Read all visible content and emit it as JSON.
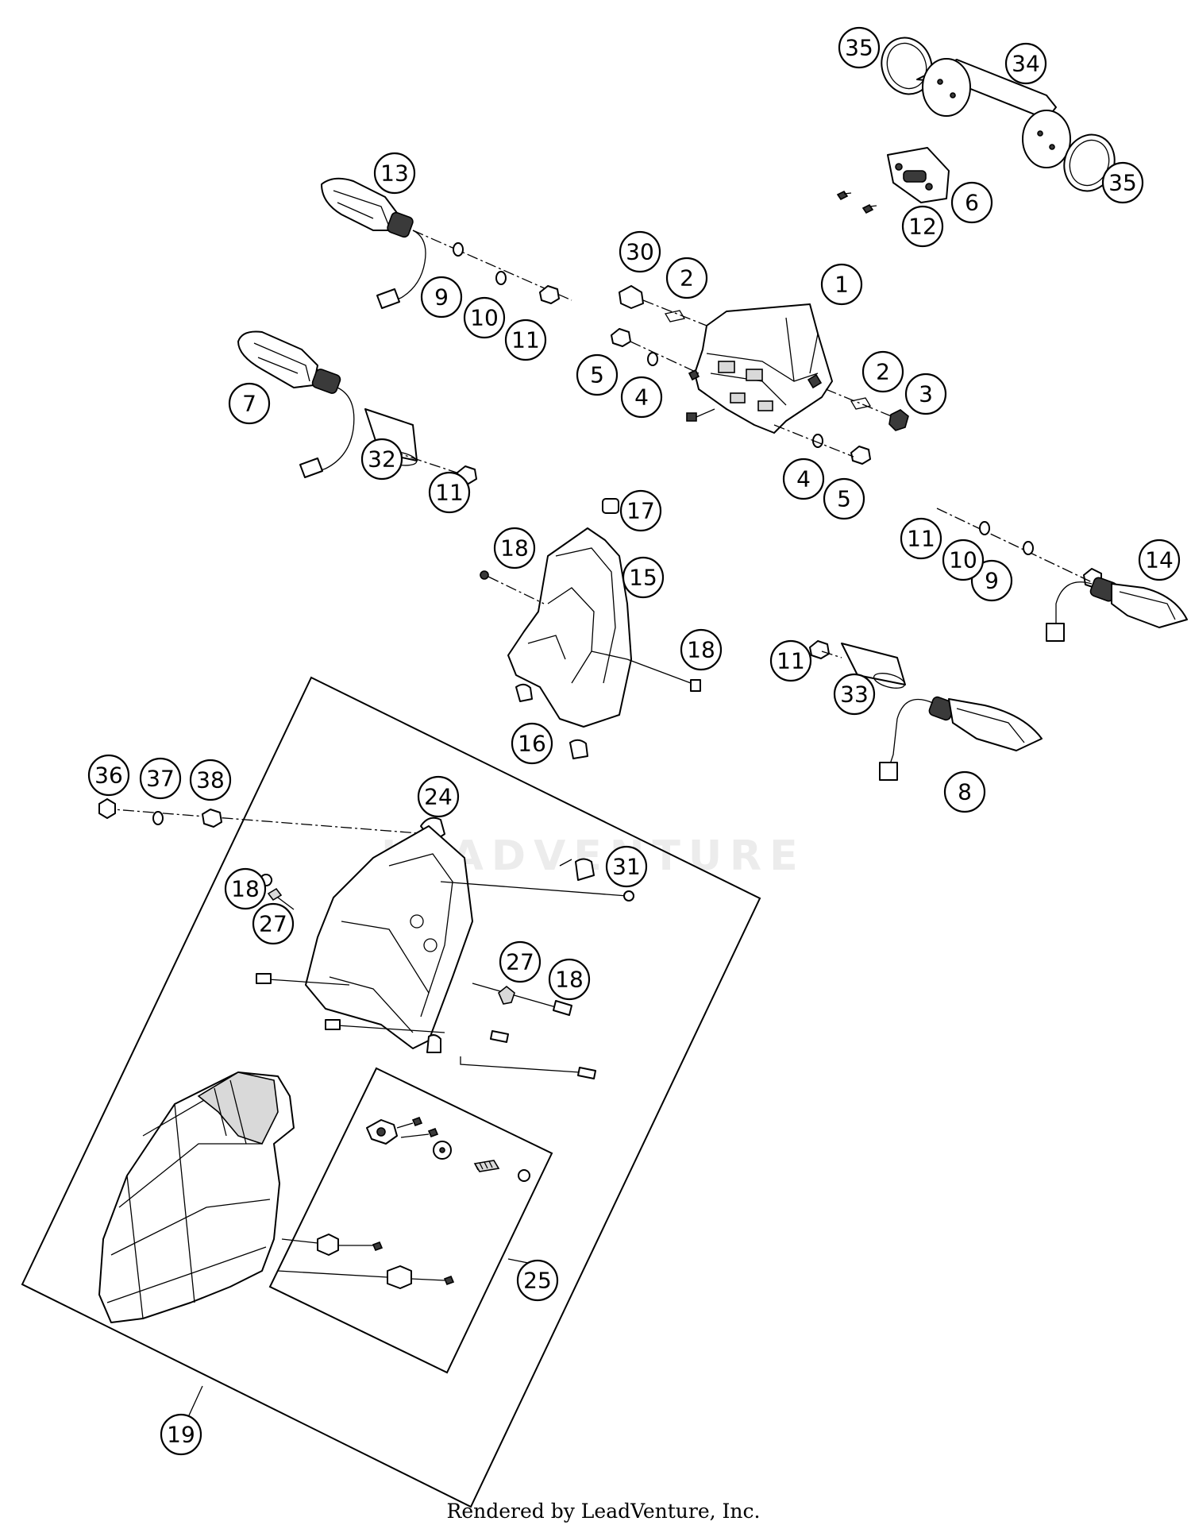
{
  "watermark": "LEADVENTURE",
  "footer": "Rendered by LeadVenture, Inc.",
  "callouts": [
    "1",
    "2",
    "2",
    "3",
    "4",
    "4",
    "5",
    "5",
    "6",
    "7",
    "8",
    "9",
    "9",
    "10",
    "10",
    "11",
    "11",
    "11",
    "11",
    "12",
    "13",
    "14",
    "15",
    "16",
    "17",
    "18",
    "18",
    "18",
    "18",
    "19",
    "24",
    "25",
    "27",
    "27",
    "30",
    "31",
    "32",
    "33",
    "34",
    "35",
    "35",
    "36",
    "37",
    "38"
  ]
}
